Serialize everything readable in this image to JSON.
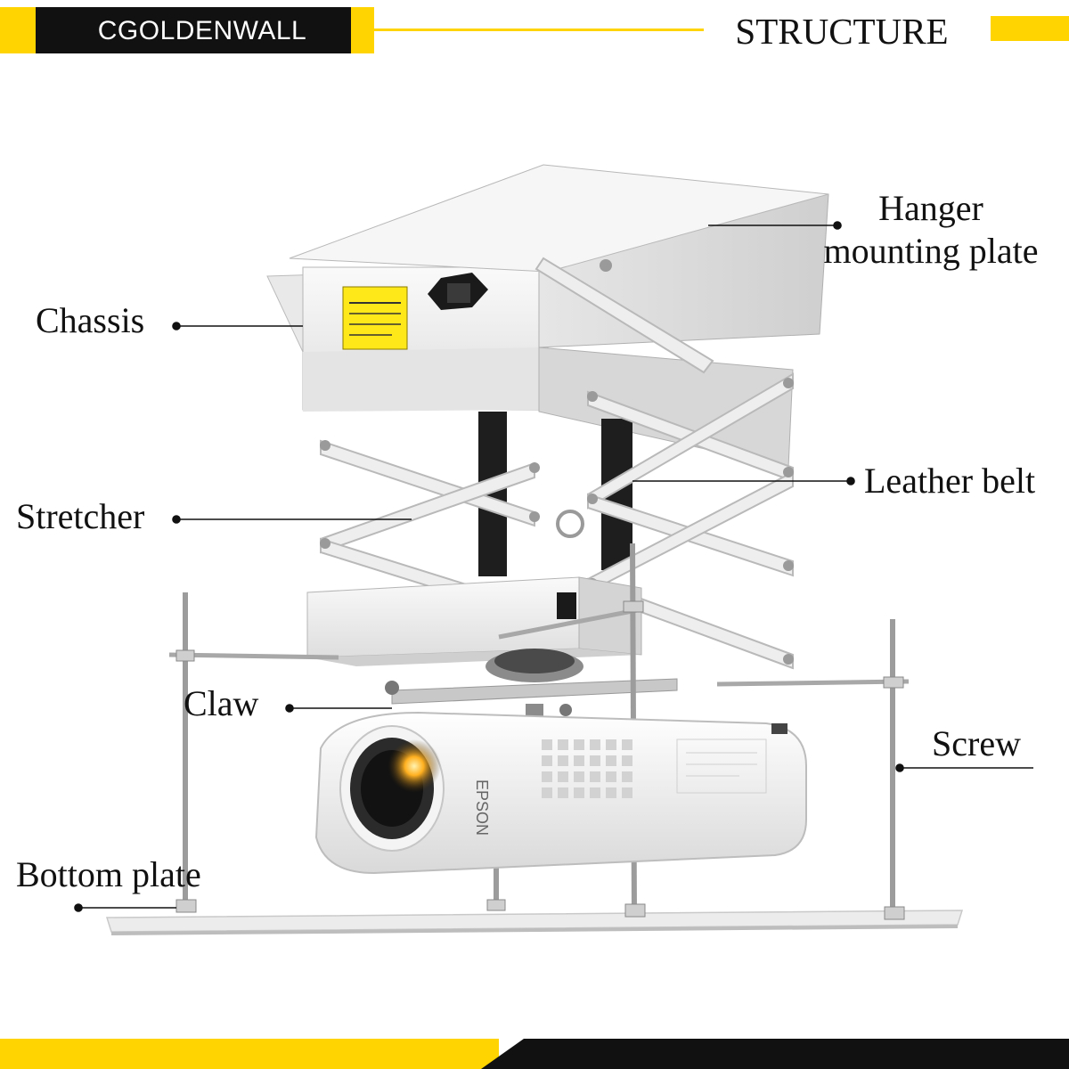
{
  "header": {
    "brand": "CGOLDENWALL",
    "title": "STRUCTURE"
  },
  "colors": {
    "accent": "#FFD400",
    "dark": "#111111",
    "metal": "#f2f2f2"
  },
  "labels": {
    "hanger_line1": "Hanger",
    "hanger_line2": "mounting plate",
    "chassis": "Chassis",
    "leather_belt": "Leather belt",
    "stretcher": "Stretcher",
    "claw": "Claw",
    "screw": "Screw",
    "bottom_plate": "Bottom plate"
  },
  "product": {
    "projector_brand": "EPSON"
  }
}
